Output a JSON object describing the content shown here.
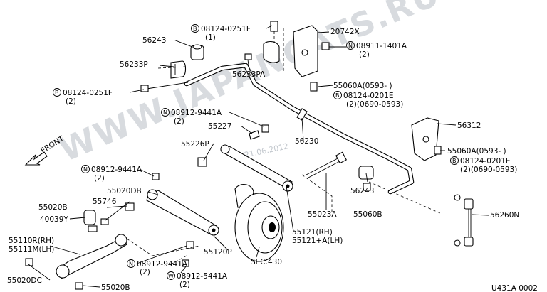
{
  "watermark": {
    "text": "WWW.JAPANCATS.RU",
    "date": "21.06.2012"
  },
  "direction": {
    "label": "FRONT"
  },
  "diagram_code": "U431A 0002",
  "circle_marks": {
    "b": "B",
    "n": "N",
    "w": "W"
  },
  "labels": {
    "p56243_top": "56243",
    "p08124_0251f_top": "08124-0251F",
    "p08124_0251f_top_qty": "(1)",
    "p20742x": "20742X",
    "p08911_1401a": "08911-1401A",
    "p08911_1401a_qty": "(2)",
    "p56233p": "56233P",
    "p56233pa": "56233PA",
    "p55060a_upper": "55060A(0593-    )",
    "p08124_0201e_upper": "08124-0201E",
    "p08124_0201e_upper_qty": "(2)(0690-0593)",
    "p08124_0251f_left": "08124-0251F",
    "p08124_0251f_left_qty": "(2)",
    "p08912_9441a_a": "08912-9441A",
    "p08912_9441a_a_qty": "(2)",
    "p55227": "55227",
    "p56230": "56230",
    "p56312": "56312",
    "p55226p": "55226P",
    "p55060a_right": "55060A(0593-    )",
    "p08124_0201e_right": "08124-0201E",
    "p08124_0201e_right_qty": "(2)(0690-0593)",
    "p08912_9441a_b": "08912-9441A",
    "p08912_9441a_b_qty": "(2)",
    "p55020db": "55020DB",
    "p56243_right": "56243",
    "p55060b": "55060B",
    "p55020b_top": "55020B",
    "p55746": "55746",
    "p55023a": "55023A",
    "p56260n": "56260N",
    "p40039y": "40039Y",
    "p55121_rh": "55121(RH)",
    "p55121a_lh": "55121+A(LH)",
    "p55110r": "55110R(RH)",
    "p55111m": "55111M(LH)",
    "p55120p": "55120P",
    "p08912_9441a_c": "08912-9441A",
    "p08912_9441a_c_qty": "(2)",
    "psec430": "SEC.430",
    "p55020dc": "55020DC",
    "p08912_5441a": "08912-5441A",
    "p08912_5441a_qty": "(2)",
    "p55020b_bottom": "55020B"
  }
}
